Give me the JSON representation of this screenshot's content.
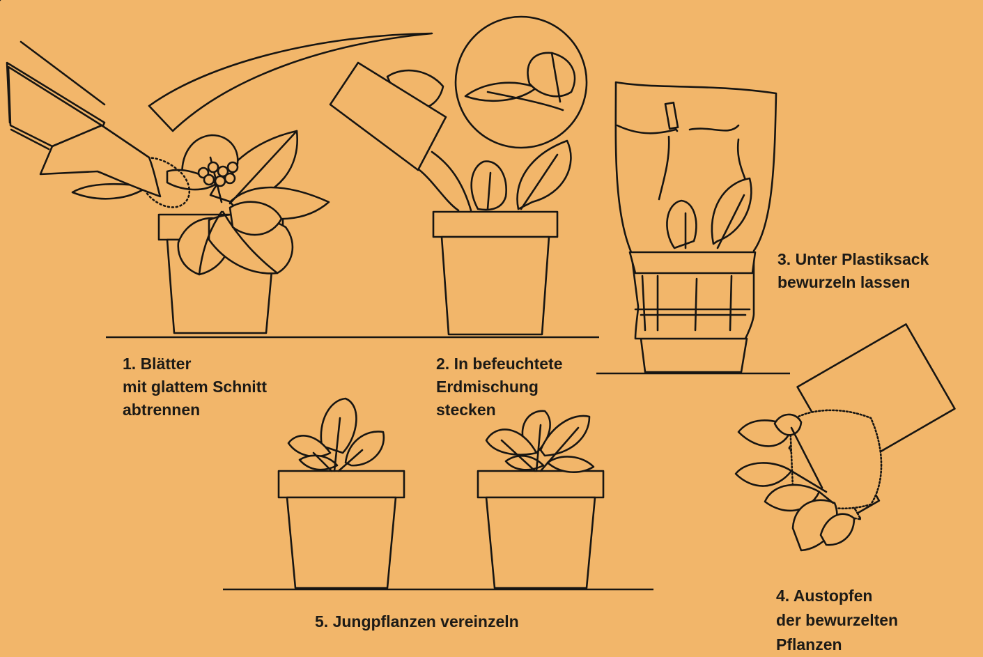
{
  "colors": {
    "background": "#f2b66a",
    "ink": "#171512"
  },
  "steps": [
    {
      "lines": [
        "1. Blätter",
        "mit glattem Schnitt",
        "abtrennen"
      ]
    },
    {
      "lines": [
        "2. In befeuchtete",
        "Erdmischung",
        "stecken"
      ]
    },
    {
      "lines": [
        "3. Unter Plastiksack",
        "bewurzeln lassen"
      ]
    },
    {
      "lines": [
        "4. Austopfen",
        "der bewurzelten",
        "Pflanzen"
      ]
    },
    {
      "lines": [
        "5. Jungpflanzen vereinzeln"
      ]
    }
  ],
  "icons": [
    "knife-icon",
    "leaf-icon",
    "flower-pot-icon",
    "plastic-bag-icon",
    "magnifier-circle-icon"
  ]
}
